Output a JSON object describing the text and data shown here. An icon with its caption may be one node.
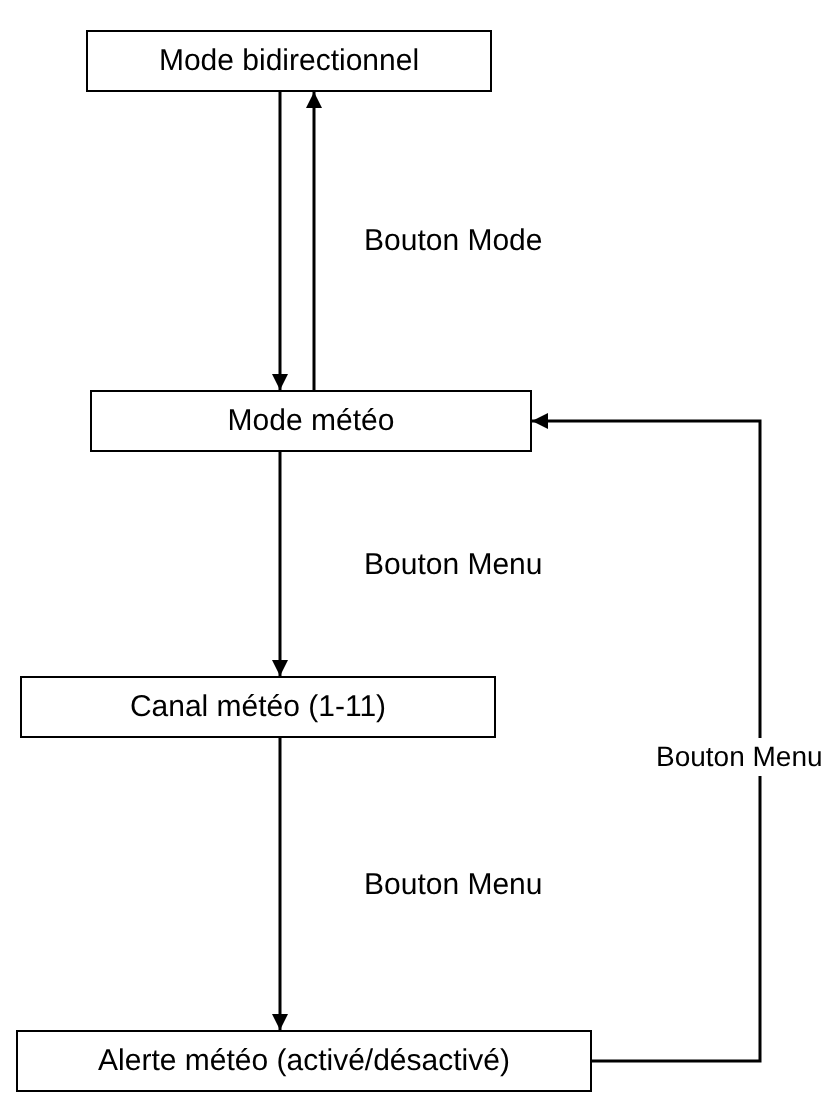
{
  "diagram": {
    "nodes": [
      {
        "text": [
          "Mode bidirectionnel"
        ]
      },
      {
        "text": [
          "Mode météo"
        ]
      },
      {
        "text": [
          "Canal météo (1-11)"
        ]
      },
      {
        "text": [
          "Alerte météo (activé/désactivé)"
        ]
      }
    ],
    "edges": [
      {
        "from": 0,
        "to": 1,
        "arrow": "to"
      },
      {
        "from": 1,
        "to": 0,
        "arrow": "to",
        "label": "Bouton Mode"
      },
      {
        "from": 1,
        "to": 2,
        "arrow": "to",
        "label": "Bouton Menu"
      },
      {
        "from": 2,
        "to": 3,
        "arrow": "to",
        "label": "Bouton Menu"
      },
      {
        "from": 3,
        "to": 1,
        "arrow": "to",
        "label": "Bouton Menu"
      }
    ]
  }
}
